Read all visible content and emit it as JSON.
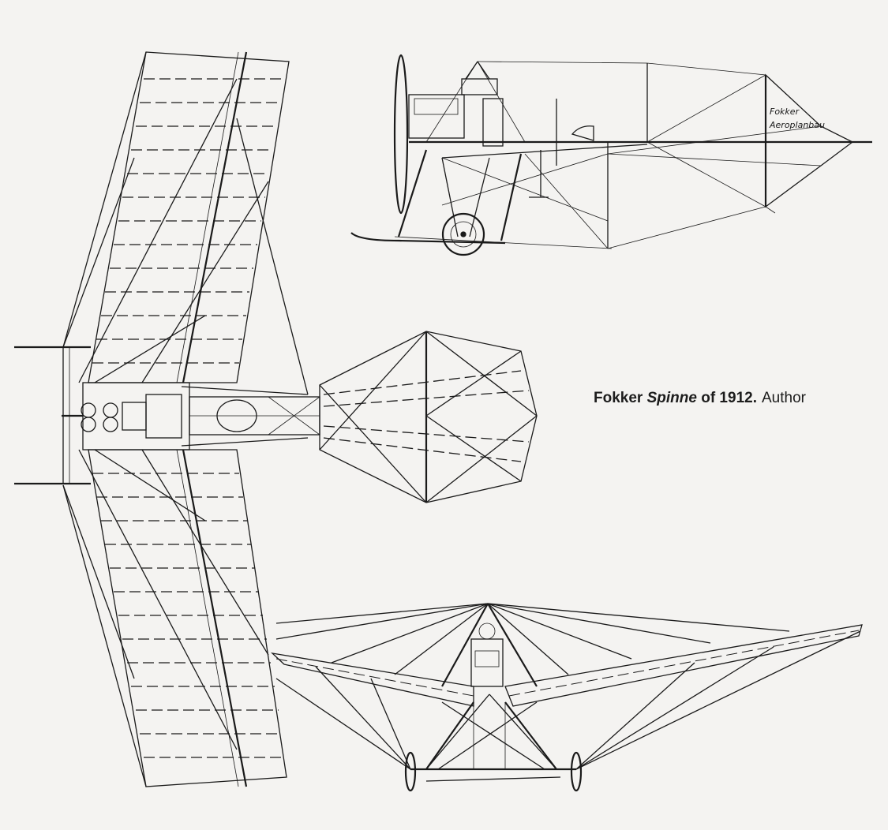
{
  "caption": {
    "name_prefix": "Fokker",
    "name_italic": "Spinne",
    "name_suffix": "of 1912.",
    "credit": "Author"
  },
  "side_view": {
    "tail_lettering_line1": "Fokker",
    "tail_lettering_line2": "Aeroplanbau"
  },
  "colors": {
    "ink": "#1a1a1a",
    "paper": "#f4f3f1"
  }
}
